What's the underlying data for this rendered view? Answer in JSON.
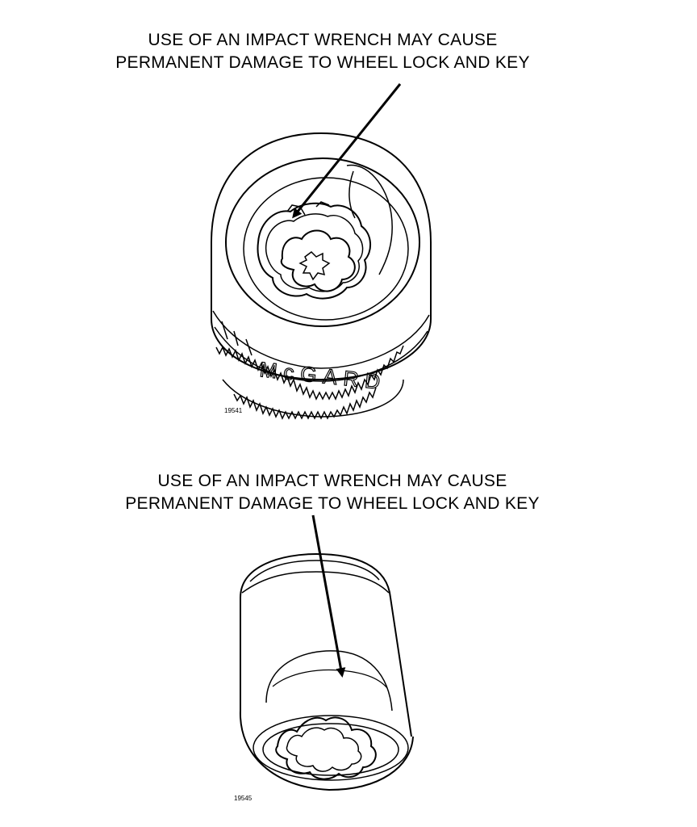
{
  "figure_top": {
    "caption_line1": "USE OF AN IMPACT WRENCH MAY CAUSE",
    "caption_line2": "PERMANENT DAMAGE TO WHEEL LOCK AND KEY",
    "part_id": "19541",
    "engraving": "McGARD"
  },
  "figure_bottom": {
    "caption_line1": "USE OF AN IMPACT WRENCH MAY CAUSE",
    "caption_line2": "PERMANENT DAMAGE TO WHEEL LOCK AND KEY",
    "part_id": "19545"
  },
  "colors": {
    "ink": "#000000",
    "paper": "#ffffff"
  }
}
